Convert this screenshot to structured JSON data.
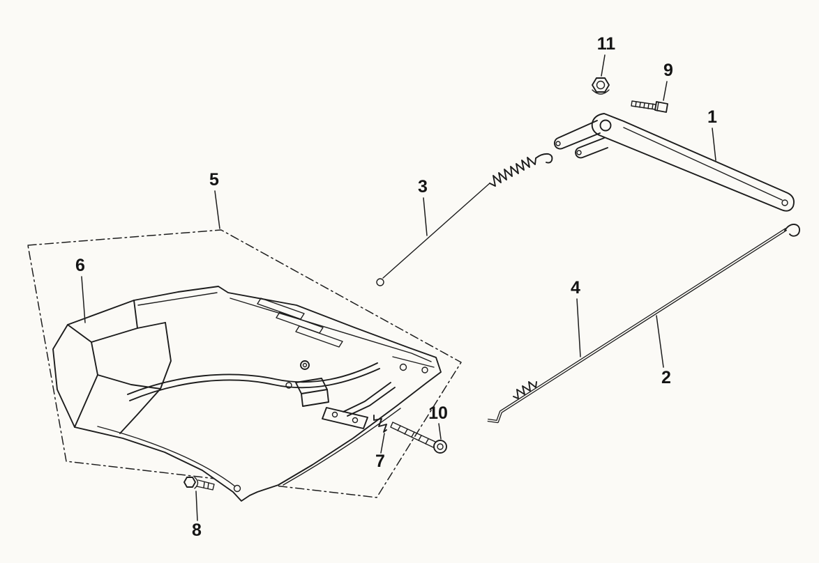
{
  "colors": {
    "paper": "#fbfaf6",
    "ink": "#1c1c1c"
  },
  "parts": [
    {
      "number": "1"
    },
    {
      "number": "2"
    },
    {
      "number": "3"
    },
    {
      "number": "4"
    },
    {
      "number": "5"
    },
    {
      "number": "6"
    },
    {
      "number": "7"
    },
    {
      "number": "8"
    },
    {
      "number": "9"
    },
    {
      "number": "10"
    },
    {
      "number": "11"
    }
  ]
}
